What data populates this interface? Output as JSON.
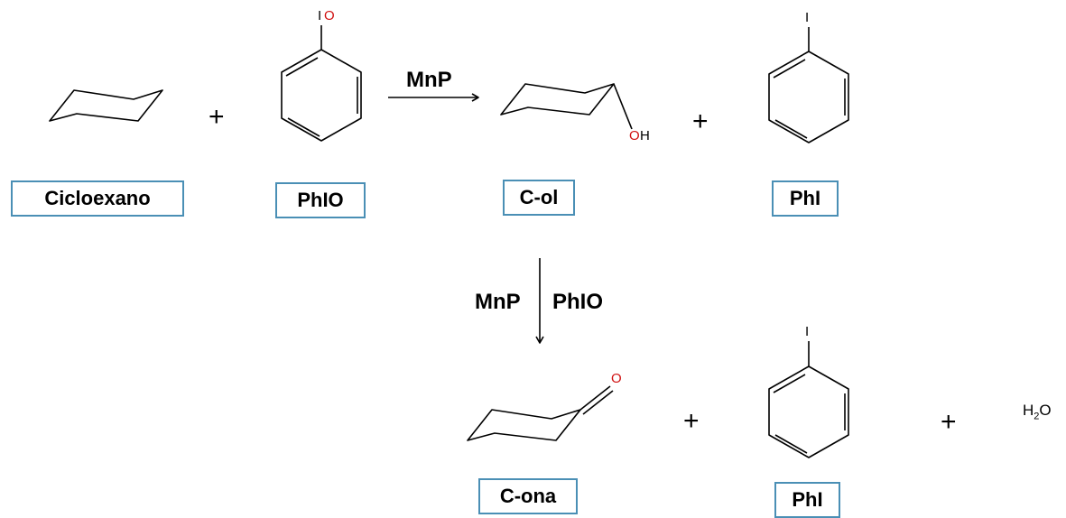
{
  "labels": {
    "cyclohexane": "Cicloexano",
    "phio": "PhIO",
    "c_ol": "C-ol",
    "phi_top": "PhI",
    "c_ona": "C-ona",
    "phi_bottom": "PhI"
  },
  "reagents": {
    "step1": "MnP",
    "step2_left": "MnP",
    "step2_right": "PhIO"
  },
  "atoms": {
    "iodine": "I",
    "oxygen": "O",
    "hydroxyl_o": "O",
    "hydroxyl_h": "H",
    "ketone_o": "O"
  },
  "operators": {
    "plus": "+"
  },
  "water": {
    "base": "H",
    "sub": "2",
    "tail": "O"
  },
  "colors": {
    "heteroatom": "#d01010",
    "box_border": "#4a8fb5",
    "bond": "#000000"
  }
}
